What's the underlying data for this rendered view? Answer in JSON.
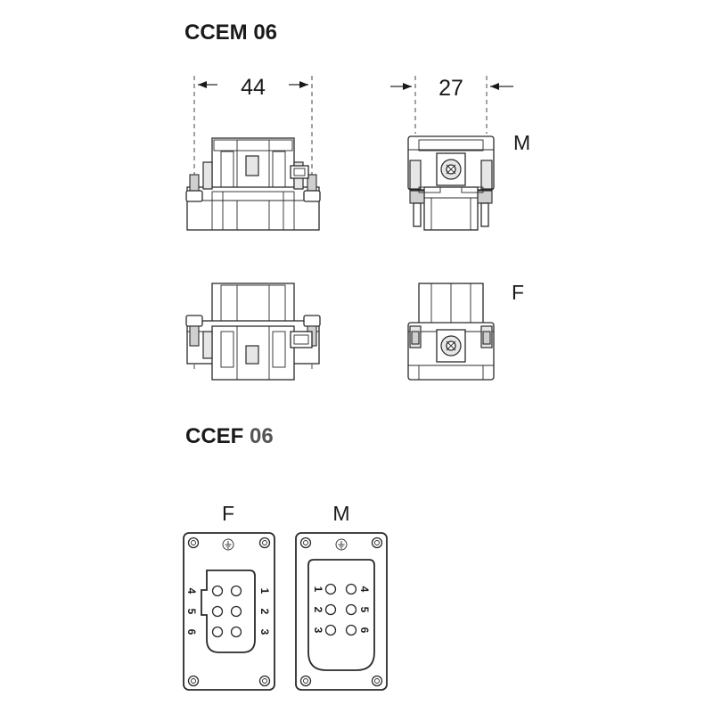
{
  "titles": {
    "top_model": "CCEM 06",
    "bottom_model_prefix": "CCEF",
    "bottom_model_number": "06"
  },
  "dimensions": {
    "width": "44",
    "depth": "27"
  },
  "side_labels": {
    "male": "M",
    "female": "F"
  },
  "face_labels": {
    "female": "F",
    "male": "M"
  },
  "female_face_pins": {
    "left_column": [
      "4",
      "5",
      "6"
    ],
    "right_column": [
      "1",
      "2",
      "3"
    ]
  },
  "male_face_pins": {
    "left_column": [
      "1",
      "2",
      "3"
    ],
    "right_column": [
      "4",
      "5",
      "6"
    ]
  },
  "icons": {
    "earth": "earth-ground-icon"
  }
}
